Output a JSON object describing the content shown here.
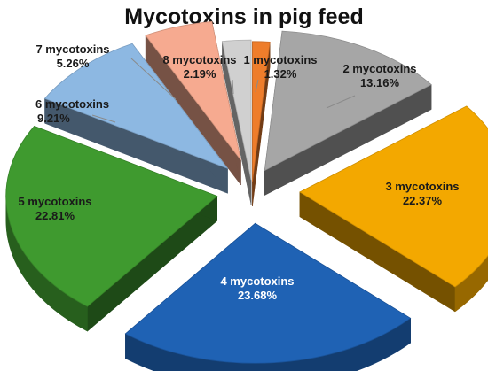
{
  "chart_data": {
    "type": "pie",
    "title": "Mycotoxins in pig feed",
    "slices": [
      {
        "label": "1 mycotoxins",
        "value": 1.32,
        "display": "1.32%",
        "color": "#ee7d2b"
      },
      {
        "label": "2 mycotoxins",
        "value": 13.16,
        "display": "13.16%",
        "color": "#a6a6a6"
      },
      {
        "label": "3 mycotoxins",
        "value": 22.37,
        "display": "22.37%",
        "color": "#f3a800"
      },
      {
        "label": "4 mycotoxins",
        "value": 23.68,
        "display": "23.68%",
        "color": "#1f62b4"
      },
      {
        "label": "5 mycotoxins",
        "value": 22.81,
        "display": "22.81%",
        "color": "#3f9a2f"
      },
      {
        "label": "6 mycotoxins",
        "value": 9.21,
        "display": "9.21%",
        "color": "#8db8e2"
      },
      {
        "label": "7 mycotoxins",
        "value": 5.26,
        "display": "5.26%",
        "color": "#f6aa90"
      },
      {
        "label": "8 mycotoxins",
        "value": 2.19,
        "display": "2.19%",
        "color": "#d0d0d0"
      }
    ],
    "style": "exploded-3d",
    "legend": "none",
    "data_labels": true
  }
}
